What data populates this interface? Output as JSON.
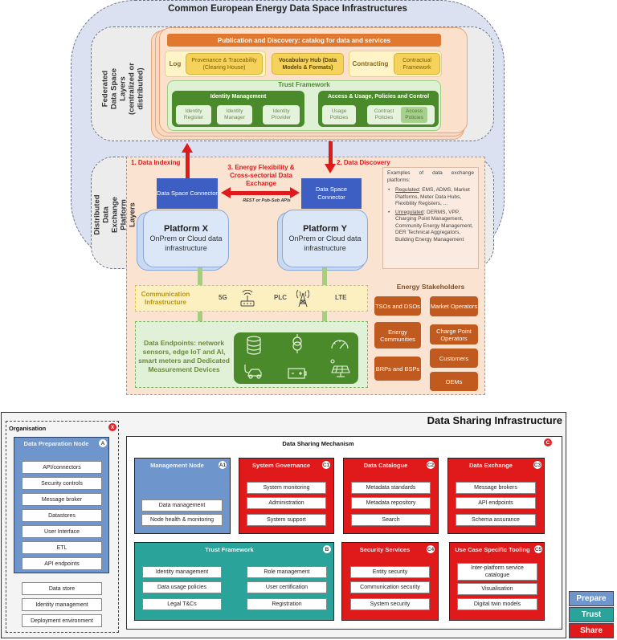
{
  "top": {
    "title": "Common European Energy Data Space Infrastructures",
    "federated_label": "Federated\nData Space Layers\n(centralized or\ndistributed)",
    "distributed_label": "Distributed Data Exchange\nPlatform Layers",
    "publication_bar": "Publication and Discovery: catalog for data and services",
    "log_label": "Log",
    "provenance": "Provenance & Traceability (Clearing House)",
    "vocabulary": "Vocabulary Hub (Data Models & Formats)",
    "contracting_label": "Contracting",
    "contractual": "Contractual Framework",
    "trust_framework": {
      "title": "Trust Framework",
      "identity_management": {
        "title": "Identity Management",
        "items": [
          "Identity Register",
          "Identity Manager",
          "Identity Provider"
        ]
      },
      "access_usage": {
        "title": "Access & Usage, Policies and Control",
        "items": [
          "Usage Policies",
          "Contract Policies",
          "Access Policies"
        ]
      }
    },
    "flows": {
      "indexing": "1. Data Indexing",
      "discovery": "2. Data Discovery",
      "flexibility": "3. Energy Flexibility & Cross-sectorial Data Exchange",
      "apis": "REST or Pub-Sub APIs"
    },
    "connectors": [
      "Data Space Connector",
      "Data Space Connector"
    ],
    "platforms": [
      {
        "name": "Platform X",
        "sub": "OnPrem or Cloud data infrastructure"
      },
      {
        "name": "Platform Y",
        "sub": "OnPrem or Cloud data infrastructure"
      }
    ],
    "examples": {
      "intro": "Examples of data exchange platforms:",
      "regulated_label": "Regulated",
      "regulated_text": ": EMS, ADMS, Market Platforms, Meter Data Hubs, Flexibility Registers, ...",
      "unregulated_label": "Unregulated",
      "unregulated_text": ": DERMS, VPP, Charging Point Management, Community Energy Management, DER Technical Aggregators, Building Energy Management"
    },
    "communication": {
      "label": "Communication Infrastructure",
      "techs": [
        "5G",
        "PLC",
        "LTE"
      ]
    },
    "endpoints_label": "Data Endpoints: network sensors, edge IoT and AI, smart meters and Dedicated Measurement Devices",
    "device_icons": [
      "database-icon",
      "transformer-icon",
      "meter-gauge-icon",
      "electric-car-icon",
      "battery-icon",
      "solar-panel-icon"
    ],
    "stakeholders": {
      "title": "Energy Stakeholders",
      "items": [
        "TSOs and DSOs",
        "Market Operators",
        "Energy Communities",
        "Charge Point Operators",
        "BRPs and BSPs",
        "Customers",
        "OEMs"
      ]
    }
  },
  "bottom": {
    "title": "Data Sharing Infrastructure",
    "organisation": {
      "title": "Organisation",
      "badge": "X",
      "prep_node": {
        "title": "Data Preparation Node",
        "badge": "A",
        "items": [
          "API/connectors",
          "Security controls",
          "Message broker",
          "Datastores",
          "User Interface",
          "ETL",
          "API endpoints"
        ]
      },
      "items": [
        "Data store",
        "Identity management",
        "Deployment environment"
      ]
    },
    "mechanism": {
      "title": "Data Sharing Mechanism",
      "badge": "C",
      "management_node": {
        "title": "Management Node",
        "badge": "A1",
        "items": [
          "Data management",
          "Node health & monitoring"
        ]
      },
      "system_governance": {
        "title": "System Governance",
        "badge": "C1",
        "items": [
          "System monitoring",
          "Administration",
          "System support"
        ]
      },
      "data_catalogue": {
        "title": "Data Catalogue",
        "badge": "C2",
        "items": [
          "Metadata standards",
          "Metadata repository",
          "Search"
        ]
      },
      "data_exchange": {
        "title": "Data Exchange",
        "badge": "C3",
        "items": [
          "Message brokers",
          "API endpoints",
          "Schema assurance"
        ]
      },
      "trust_framework": {
        "title": "Trust Framework",
        "badge": "B",
        "left_items": [
          "Identity management",
          "Data usage policies",
          "Legal T&Cs"
        ],
        "right_items": [
          "Role management",
          "User certification",
          "Registration"
        ]
      },
      "security_services": {
        "title": "Security Services",
        "badge": "C4",
        "items": [
          "Entity security",
          "Communication security",
          "System security"
        ]
      },
      "use_case_tooling": {
        "title": "Use Case Specific Tooling",
        "badge": "C5",
        "items": [
          "Inter-platform service catalogue",
          "Visualisation",
          "Digital twin models"
        ]
      }
    },
    "legend": [
      {
        "label": "Prepare",
        "color": "#6e96cc"
      },
      {
        "label": "Trust",
        "color": "#2aa39a"
      },
      {
        "label": "Share",
        "color": "#e0191b"
      }
    ]
  }
}
